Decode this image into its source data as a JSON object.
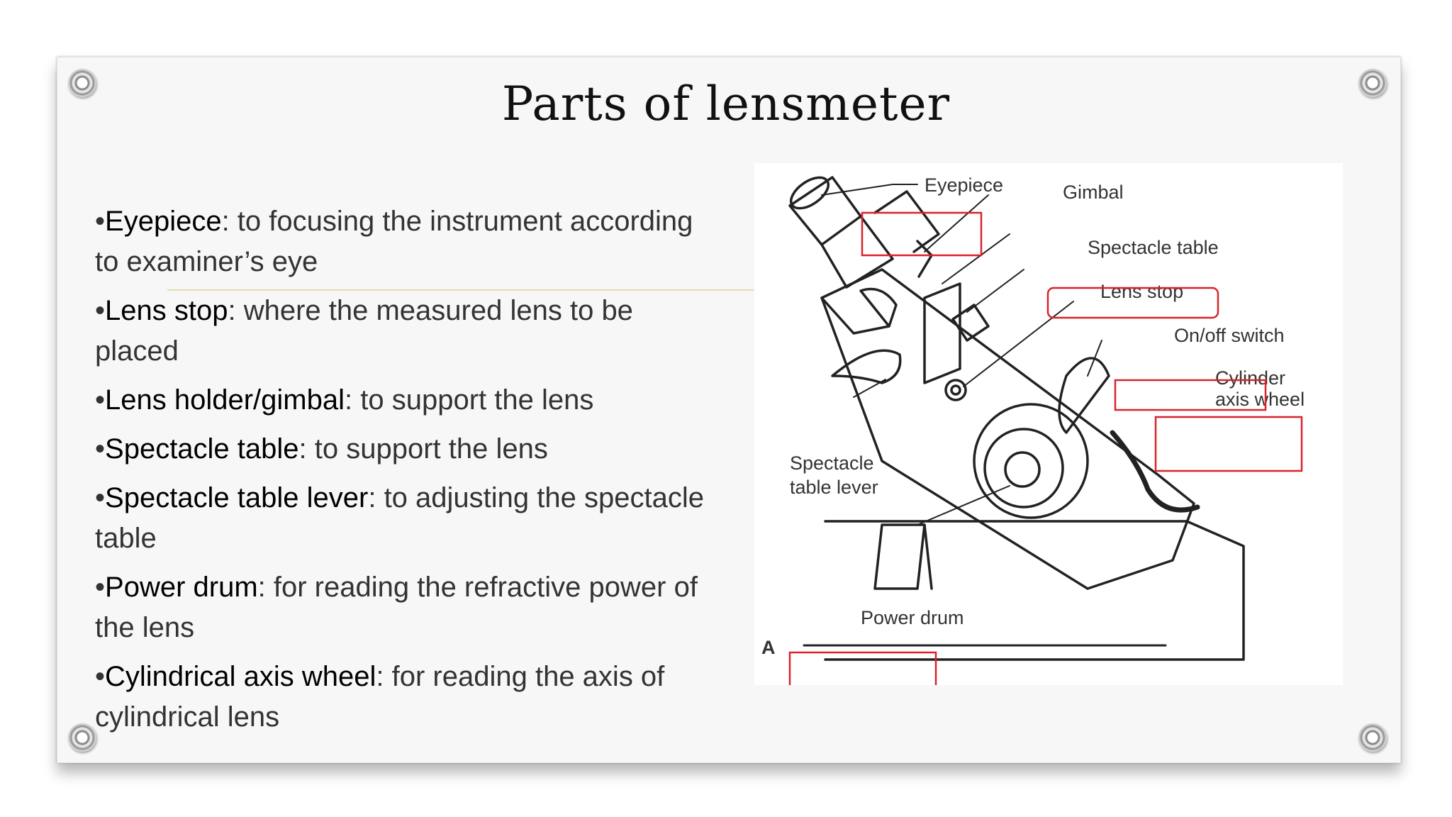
{
  "slide": {
    "title": "Parts of lensmeter",
    "bullets": [
      {
        "term": "Eyepiece",
        "desc": ": to focusing the instrument according to examiner’s eye"
      },
      {
        "term": "Lens stop",
        "desc": ": where the measured lens to be placed"
      },
      {
        "term": "Lens holder/gimbal",
        "desc": ": to support the lens"
      },
      {
        "term": "Spectacle table",
        "desc": ": to support the lens"
      },
      {
        "term": "Spectacle table lever",
        "desc": ": to adjusting the spectacle table"
      },
      {
        "term": "Power drum",
        "desc": ": for reading the refractive power of the lens"
      },
      {
        "term": "Cylindrical axis wheel",
        "desc": ": for reading the axis of cylindrical lens"
      }
    ]
  },
  "figure": {
    "labels": {
      "eyepiece": "Eyepiece",
      "gimbal": "Gimbal",
      "spectacle_table": "Spectacle table",
      "lens_stop": "Lens stop",
      "onoff_switch": "On/off switch",
      "cylinder_axis_wheel_1": "Cylinder",
      "cylinder_axis_wheel_2": "axis wheel",
      "spectacle_table_lever_1": "Spectacle",
      "spectacle_table_lever_2": "table lever",
      "power_drum": "Power drum",
      "panel_letter": "A"
    },
    "highlight_color": "#d9232b"
  }
}
